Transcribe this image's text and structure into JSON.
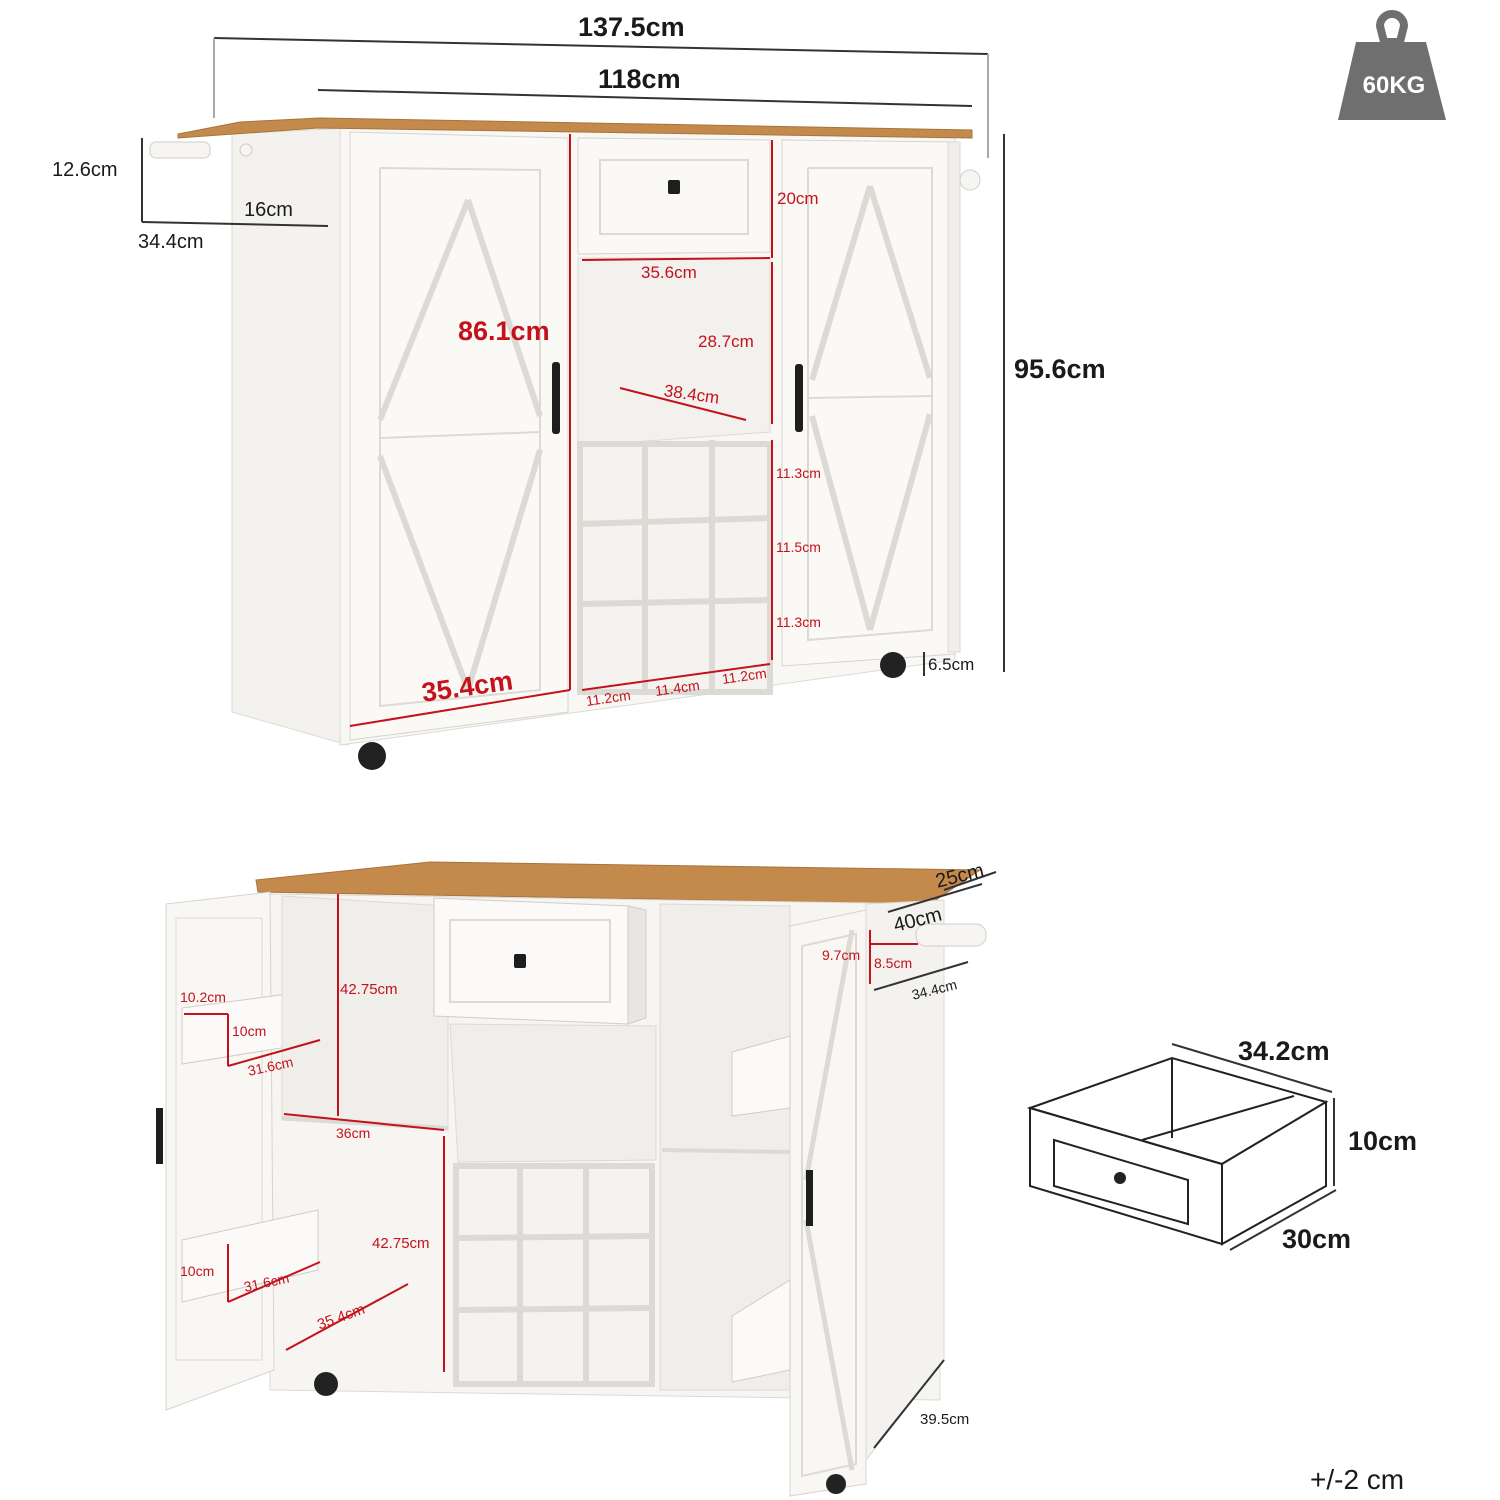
{
  "colors": {
    "wood": "#c48a4c",
    "cabinet": "#f6f5f2",
    "panel_line": "#d8d6d0",
    "dimension_black": "#1a1a1a",
    "dimension_red": "#c3121c",
    "weight_icon": "#6f6f6f"
  },
  "weight_badge": {
    "icon": "weight-icon",
    "label": "60KG"
  },
  "tolerance": "+/-2 cm",
  "front_view": {
    "total_width": "137.5cm",
    "top_width": "118cm",
    "height": "95.6cm",
    "towel_rack_height": "12.6cm",
    "towel_rack_width": "16cm",
    "towel_rack_length": "34.4cm",
    "inner_height": "86.1cm",
    "drawer_height": "20cm",
    "drawer_width": "35.6cm",
    "open_shelf_height": "28.7cm",
    "open_shelf_depth": "38.4cm",
    "wine_row_1": "11.3cm",
    "wine_row_2": "11.5cm",
    "wine_row_3": "11.3cm",
    "wheel_height": "6.5cm",
    "cabinet_depth": "35.4cm",
    "wine_col_1": "11.2cm",
    "wine_col_2": "11.4cm",
    "wine_col_3": "11.2cm"
  },
  "open_view": {
    "top_overhang": "25cm",
    "top_depth": "40cm",
    "rack_height": "9.7cm",
    "rack_depth": "8.5cm",
    "rack_length": "34.4cm",
    "upper_shelf_height": "42.75cm",
    "door_rack_depth": "10.2cm",
    "door_rack_height_upper": "10cm",
    "door_rack_width_upper": "31.6cm",
    "shelf_width": "36cm",
    "lower_shelf_height": "42.75cm",
    "door_rack_height_lower": "10cm",
    "door_rack_width_lower": "31.6cm",
    "lower_depth": "35.4cm",
    "side_depth": "39.5cm"
  },
  "drawer_detail": {
    "width": "34.2cm",
    "height": "10cm",
    "depth": "30cm"
  }
}
